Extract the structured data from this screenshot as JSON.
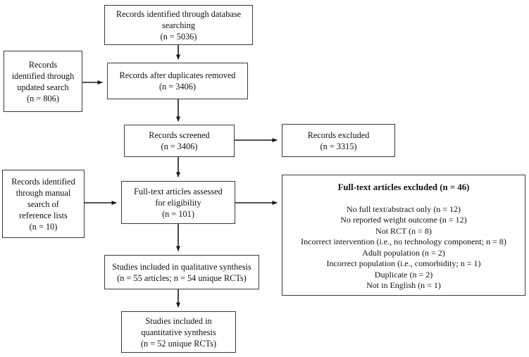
{
  "figure": {
    "type": "flowchart",
    "colors": {
      "background": "#ffffff",
      "box_border": "#3a3a3a",
      "text": "#111111",
      "arrow": "#1a1a1a"
    },
    "boxes": {
      "db_search": {
        "lines": [
          "Records identified through database",
          "searching",
          "(n = 5036)"
        ]
      },
      "updated_search": {
        "lines": [
          "Records",
          "identified through",
          "updated search",
          "(n = 806)"
        ]
      },
      "duplicates_removed": {
        "lines": [
          "Records after duplicates removed",
          "(n = 3406)"
        ]
      },
      "screened": {
        "lines": [
          "Records screened",
          "(n = 3406)"
        ]
      },
      "records_excluded": {
        "lines": [
          "Records excluded",
          "(n = 3315)"
        ]
      },
      "manual_search": {
        "lines": [
          "Records identified",
          "through manual",
          "search of",
          "reference lists",
          "(n = 10)"
        ]
      },
      "fulltext_assessed": {
        "lines": [
          "Full-text articles assessed",
          "for eligibility",
          "(n = 101)"
        ]
      },
      "fulltext_excluded": {
        "title": "Full-text articles excluded (n = 46)",
        "reasons": [
          "No full text/abstract only (n = 12)",
          "No reported weight outcome (n = 12)",
          "Not RCT (n = 8)",
          "Incorrect intervention (i.e., no technology component; n = 8)",
          "Adult population (n = 2)",
          "Incorrect population (i.e., comorbidity; n = 1)",
          "Duplicate (n = 2)",
          "Not in English (n = 1)"
        ]
      },
      "qualitative": {
        "lines": [
          "Studies included in qualitative synthesis",
          "(n = 55 articles; n = 54 unique RCTs)"
        ]
      },
      "quantitative": {
        "lines": [
          "Studies included in",
          "quantitative synthesis",
          "(n = 52 unique RCTs)"
        ]
      }
    }
  }
}
